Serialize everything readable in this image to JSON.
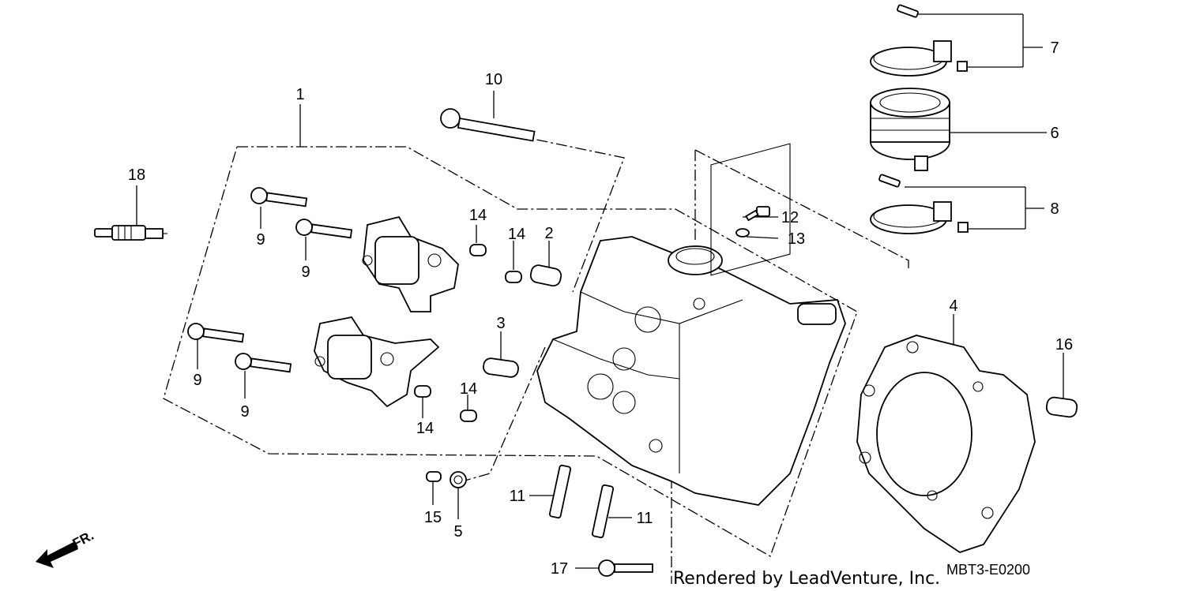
{
  "callouts": {
    "c1": "1",
    "c2": "2",
    "c3": "3",
    "c4": "4",
    "c5": "5",
    "c6": "6",
    "c7": "7",
    "c8": "8",
    "c9a": "9",
    "c9b": "9",
    "c9c": "9",
    "c9d": "9",
    "c10": "10",
    "c11a": "11",
    "c11b": "11",
    "c12": "12",
    "c13": "13",
    "c14a": "14",
    "c14b": "14",
    "c14c": "14",
    "c14d": "14",
    "c15": "15",
    "c16": "16",
    "c17": "17",
    "c18": "18"
  },
  "footer": {
    "credit": "Rendered by LeadVenture, Inc.",
    "code": "MBT3-E0200"
  },
  "front_arrow": {
    "label": "FR."
  }
}
